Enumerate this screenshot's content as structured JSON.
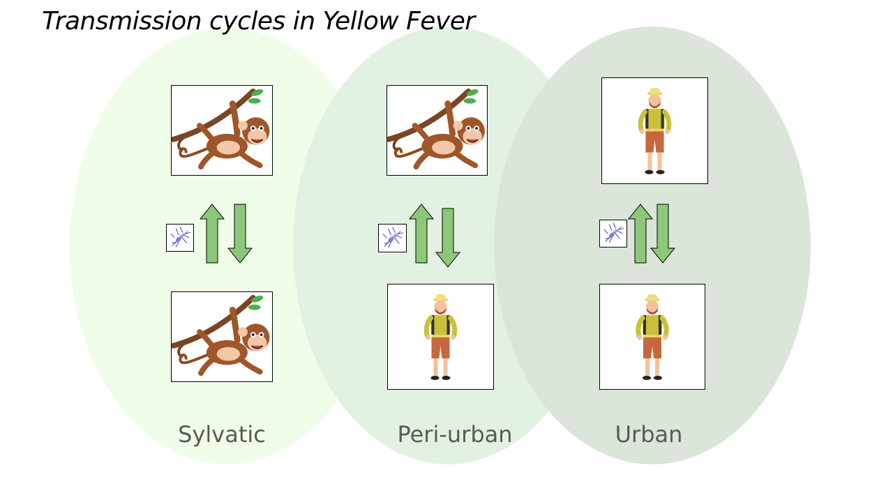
{
  "title": "Transmission cycles in Yellow Fever",
  "colors": {
    "sylvatic_zone": "#f0fde8",
    "periurban_zone": "#e2f0e2",
    "urban_zone": "#dbe5d9",
    "arrow_fill": "#8cc77a",
    "label_text": "#595959"
  },
  "cycles": [
    {
      "label": "Sylvatic",
      "upper_host": "monkey-icon",
      "lower_host": "monkey-icon",
      "vector": "mosquito-icon"
    },
    {
      "label": "Peri-urban",
      "upper_host": "monkey-icon",
      "lower_host": "human-icon",
      "vector": "mosquito-icon"
    },
    {
      "label": "Urban",
      "upper_host": "human-icon",
      "lower_host": "human-icon",
      "vector": "mosquito-icon"
    }
  ]
}
